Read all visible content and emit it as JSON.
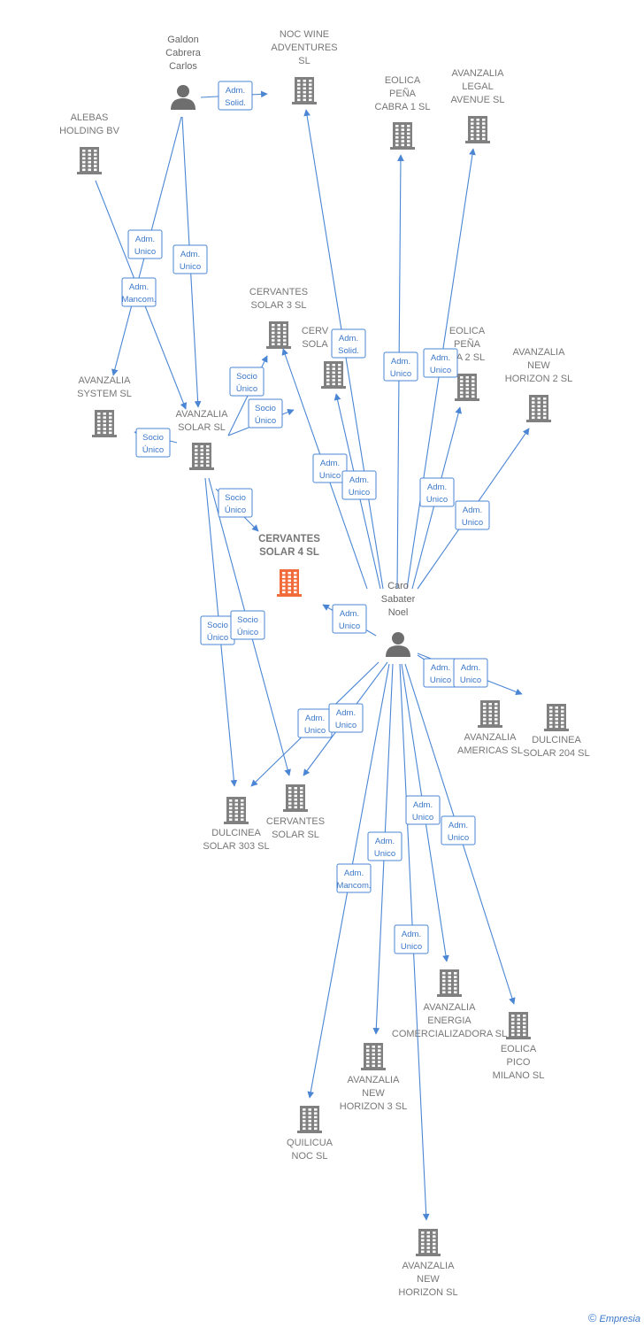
{
  "colors": {
    "edge": "#4a86d4",
    "company": "#808080",
    "focus": "#f26b3a",
    "person": "#6e6e6e"
  },
  "people": [
    {
      "id": "galdon",
      "lines": [
        "Galdon",
        "Cabrera",
        "Carlos"
      ]
    },
    {
      "id": "caro",
      "lines": [
        "Caro",
        "Sabater",
        "Noel"
      ]
    }
  ],
  "companies": [
    {
      "id": "noc_wine",
      "lines": [
        "NOC WINE",
        "ADVENTURES",
        "SL"
      ]
    },
    {
      "id": "eolica_pena_cabra1",
      "lines": [
        "EOLICA",
        "PEÑA",
        "CABRA 1  SL"
      ]
    },
    {
      "id": "avanzalia_legal",
      "lines": [
        "AVANZALIA",
        "LEGAL",
        "AVENUE  SL"
      ]
    },
    {
      "id": "alebas",
      "lines": [
        "ALEBAS",
        "HOLDING BV"
      ]
    },
    {
      "id": "cervantes3",
      "lines": [
        "CERVANTES",
        "SOLAR 3  SL"
      ]
    },
    {
      "id": "cerv_solar_hidden",
      "lines": [
        "CERV",
        "SOLA"
      ]
    },
    {
      "id": "eolica_pena2",
      "lines": [
        "EOLICA",
        "PEÑA",
        "RA 2 SL"
      ]
    },
    {
      "id": "avanzalia_nh2",
      "lines": [
        "AVANZALIA",
        "NEW",
        "HORIZON 2  SL"
      ]
    },
    {
      "id": "avanzalia_system",
      "lines": [
        "AVANZALIA",
        "SYSTEM SL"
      ]
    },
    {
      "id": "avanzalia_solar",
      "lines": [
        "AVANZALIA",
        "SOLAR SL"
      ]
    },
    {
      "id": "cervantes4",
      "lines": [
        "CERVANTES",
        "SOLAR 4  SL"
      ],
      "focus": true
    },
    {
      "id": "avanzalia_americas",
      "lines": [
        "AVANZALIA",
        "AMERICAS  SL"
      ]
    },
    {
      "id": "dulcinea204",
      "lines": [
        "DULCINEA",
        "SOLAR 204 SL"
      ]
    },
    {
      "id": "dulcinea303",
      "lines": [
        "DULCINEA",
        "SOLAR 303 SL"
      ]
    },
    {
      "id": "cervantes_solar",
      "lines": [
        "CERVANTES",
        "SOLAR  SL"
      ]
    },
    {
      "id": "avanzalia_energia",
      "lines": [
        "AVANZALIA",
        "ENERGIA",
        "COMERCIALIZADORA SL"
      ]
    },
    {
      "id": "eolica_pico",
      "lines": [
        "EOLICA",
        "PICO",
        "MILANO SL"
      ]
    },
    {
      "id": "avanzalia_nh3",
      "lines": [
        "AVANZALIA",
        "NEW",
        "HORIZON 3  SL"
      ]
    },
    {
      "id": "quilicua",
      "lines": [
        "QUILICUA",
        "NOC  SL"
      ]
    },
    {
      "id": "avanzalia_nh",
      "lines": [
        "AVANZALIA",
        "NEW",
        "HORIZON  SL"
      ]
    }
  ],
  "edges": [
    {
      "from": "galdon",
      "to": "noc_wine",
      "label": [
        "Adm.",
        "Solid."
      ]
    },
    {
      "from": "galdon",
      "to": "avanzalia_system",
      "label": [
        "Adm.",
        "Unico"
      ]
    },
    {
      "from": "galdon",
      "to": "avanzalia_solar",
      "label": [
        "Adm.",
        "Unico"
      ]
    },
    {
      "from": "alebas",
      "to": "avanzalia_solar",
      "label": [
        "Adm.",
        "Mancom."
      ]
    },
    {
      "from": "avanzalia_solar",
      "to": "cervantes3",
      "label": [
        "Socio",
        "Único"
      ]
    },
    {
      "from": "avanzalia_solar",
      "to": "cerv_solar_hidden",
      "label": [
        "Socio",
        "Único"
      ]
    },
    {
      "from": "avanzalia_solar",
      "to": "avanzalia_system",
      "label": [
        "Socio",
        "Único"
      ]
    },
    {
      "from": "avanzalia_solar",
      "to": "cervantes4",
      "label": [
        "Socio",
        "Único"
      ]
    },
    {
      "from": "avanzalia_solar",
      "to": "dulcinea303",
      "label": [
        "Socio",
        "Único"
      ]
    },
    {
      "from": "avanzalia_solar",
      "to": "cervantes_solar",
      "label": [
        "Socio",
        "Único"
      ]
    },
    {
      "from": "caro",
      "to": "noc_wine",
      "label": [
        "Adm.",
        "Solid."
      ]
    },
    {
      "from": "caro",
      "to": "eolica_pena_cabra1",
      "label": [
        "Adm.",
        "Unico"
      ]
    },
    {
      "from": "caro",
      "to": "avanzalia_legal",
      "label": [
        "Adm.",
        "Unico"
      ]
    },
    {
      "from": "caro",
      "to": "cervantes3",
      "label": [
        "Adm.",
        "Unico"
      ]
    },
    {
      "from": "caro",
      "to": "cerv_solar_hidden",
      "label": [
        "Adm.",
        "Unico"
      ]
    },
    {
      "from": "caro",
      "to": "eolica_pena2",
      "label": [
        "Adm.",
        "Unico"
      ]
    },
    {
      "from": "caro",
      "to": "avanzalia_nh2",
      "label": [
        "Adm.",
        "Unico"
      ]
    },
    {
      "from": "caro",
      "to": "cervantes4",
      "label": [
        "Adm.",
        "Unico"
      ]
    },
    {
      "from": "caro",
      "to": "avanzalia_americas",
      "label": [
        "Adm.",
        "Unico"
      ]
    },
    {
      "from": "caro",
      "to": "dulcinea204",
      "label": [
        "Adm.",
        "Unico"
      ]
    },
    {
      "from": "caro",
      "to": "dulcinea303",
      "label": [
        "Adm.",
        "Unico"
      ]
    },
    {
      "from": "caro",
      "to": "cervantes_solar",
      "label": [
        "Adm.",
        "Unico"
      ]
    },
    {
      "from": "caro",
      "to": "avanzalia_energia",
      "label": [
        "Adm.",
        "Unico"
      ]
    },
    {
      "from": "caro",
      "to": "eolica_pico",
      "label": [
        "Adm.",
        "Unico"
      ]
    },
    {
      "from": "caro",
      "to": "avanzalia_nh3",
      "label": [
        "Adm.",
        "Unico"
      ]
    },
    {
      "from": "caro",
      "to": "quilicua",
      "label": [
        "Adm.",
        "Mancom."
      ]
    },
    {
      "from": "caro",
      "to": "avanzalia_nh",
      "label": [
        "Adm.",
        "Unico"
      ]
    }
  ],
  "footer": {
    "copyright": "©",
    "brand": "Empresia"
  }
}
